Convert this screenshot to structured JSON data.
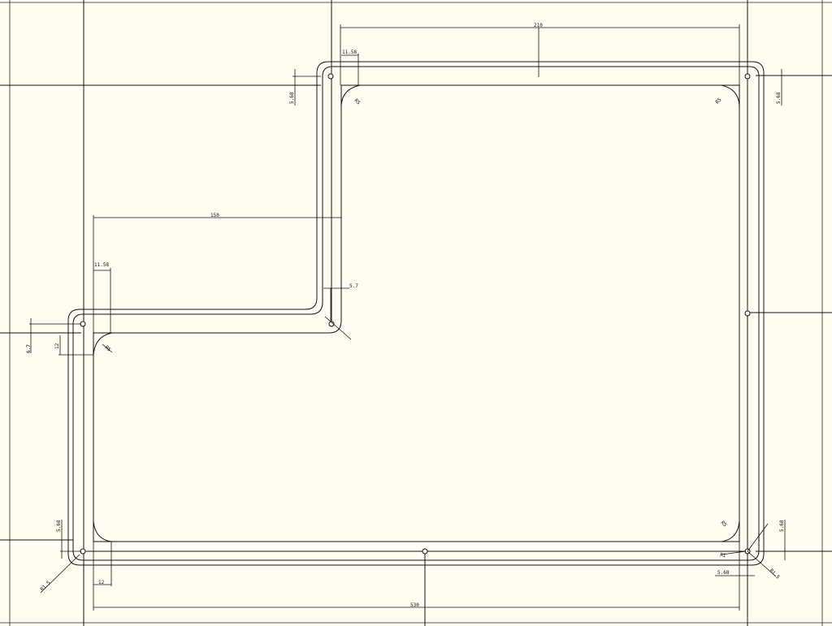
{
  "drawing": {
    "dimensions": {
      "top_width": "210",
      "top_left_offset": "11.58",
      "mid_width": "150",
      "mid_left_offset": "11.58",
      "step_offset": "5.7",
      "left_vertical_small": "6.7",
      "left_vertical_12": "12",
      "top_left_vertical": "5.68",
      "top_right_vertical": "5.68",
      "bottom_left_vertical": "5.68",
      "bottom_right_vertical": "5.68",
      "bottom_right_horizontal": "5.68",
      "bottom_left_12": "12",
      "bottom_width": "530",
      "radius_bottom_left": "R1.5",
      "radius_bottom_right": "R1.5",
      "radius_corner": "R5",
      "radius_small": "R1"
    }
  }
}
